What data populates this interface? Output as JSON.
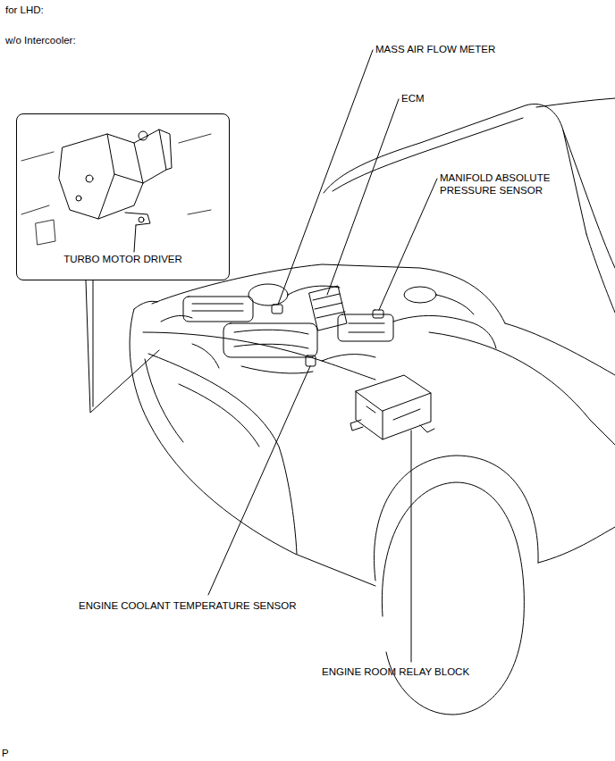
{
  "diagram": {
    "nodes": [
      {
        "text": [
          "TURBO MOTOR DRIVER"
        ]
      }
    ],
    "labels": [
      "for LHD:",
      "w/o Intercooler:",
      "MASS AIR FLOW METER",
      "ECM",
      "MANIFOLD ABSOLUTE PRESSURE SENSOR",
      "ENGINE COOLANT TEMPERATURE SENSOR",
      "ENGINE ROOM RELAY BLOCK",
      "P"
    ]
  }
}
